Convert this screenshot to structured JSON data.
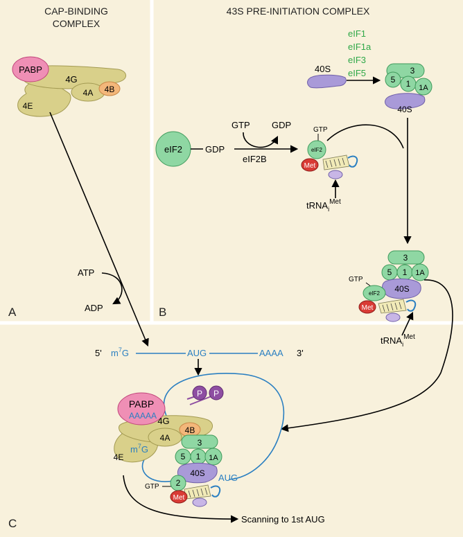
{
  "panels": {
    "A": {
      "letter": "A",
      "title_line1": "CAP-BINDING",
      "title_line2": "COMPLEX"
    },
    "B": {
      "letter": "B",
      "title": "43S PRE-INITIATION COMPLEX"
    },
    "C": {
      "letter": "C"
    }
  },
  "factors": {
    "pabp": "PABP",
    "eif4g": "4G",
    "eif4a": "4A",
    "eif4b": "4B",
    "eif4e": "4E",
    "eif2": "eIF2",
    "eif2_small": "eIF2",
    "eif2_c": "2",
    "eif3": "3",
    "eif5": "5",
    "eif1": "1",
    "eif1a": "1A",
    "ribosome_40s": "40S",
    "met": "Met",
    "p": "P"
  },
  "list_40s_factors": [
    "eIF1",
    "eIF1a",
    "eIF3",
    "eIF5"
  ],
  "nucleotides": {
    "atp": "ATP",
    "adp": "ADP",
    "gtp": "GTP",
    "gdp": "GDP",
    "eif2b": "eIF2B"
  },
  "trna": {
    "base": "tRNA",
    "subscript": "i",
    "superscript": "Met"
  },
  "mrna": {
    "five_prime": "5'",
    "cap_m": "m",
    "cap_sup": "7",
    "cap_g": "G",
    "start_codon": "AUG",
    "poly_a": "AAAA",
    "three_prime": "3'",
    "poly_a_long": "AAAAA"
  },
  "scanning_label": "Scanning to 1st AUG",
  "colors": {
    "background": "#f8f1dc",
    "divider": "#ffffff",
    "olive": "#d9d08a",
    "olive_stroke": "#a39a52",
    "pabp": "#ef8fb5",
    "eif4b": "#f3b77a",
    "green": "#8fd7a3",
    "green_stroke": "#3f9a5b",
    "purple": "#a99ad8",
    "purple_stroke": "#6f5fa8",
    "met": "#d93b35",
    "phosphate": "#8e4ea2",
    "blue_text": "#2a7fc1",
    "green_text": "#2fa848"
  }
}
